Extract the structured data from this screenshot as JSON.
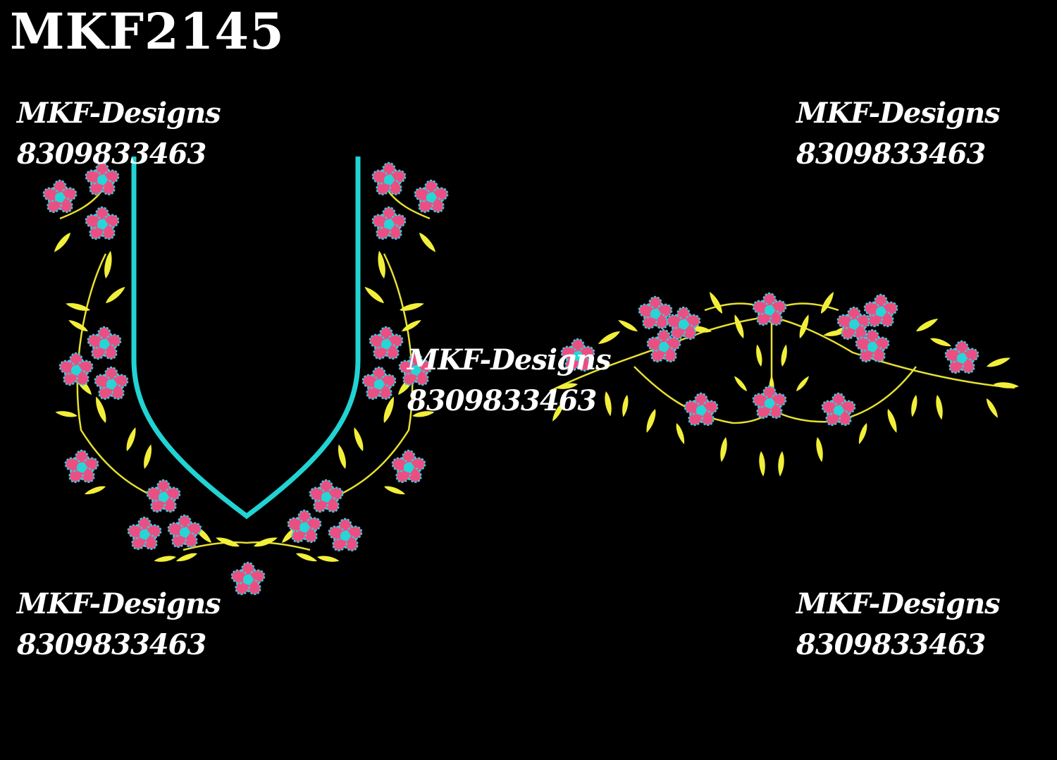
{
  "design_code": "MKF2145",
  "watermark": {
    "brand": "MKF-Designs",
    "phone": "8309833463"
  },
  "colors": {
    "background": "#000000",
    "neckline": "#22d3d3",
    "petal": "#ea4f82",
    "petal_outline": "#3fc7d9",
    "flower_center": "#26d6d6",
    "leaf": "#f2ef3a",
    "stem": "#e6e030"
  },
  "elements": {
    "neck_design": "embroidered U-shaped neckline with pink flowers and yellow leaves",
    "sleeve_design": "embroidered floral sleeve border with pink flowers and yellow leaves"
  }
}
